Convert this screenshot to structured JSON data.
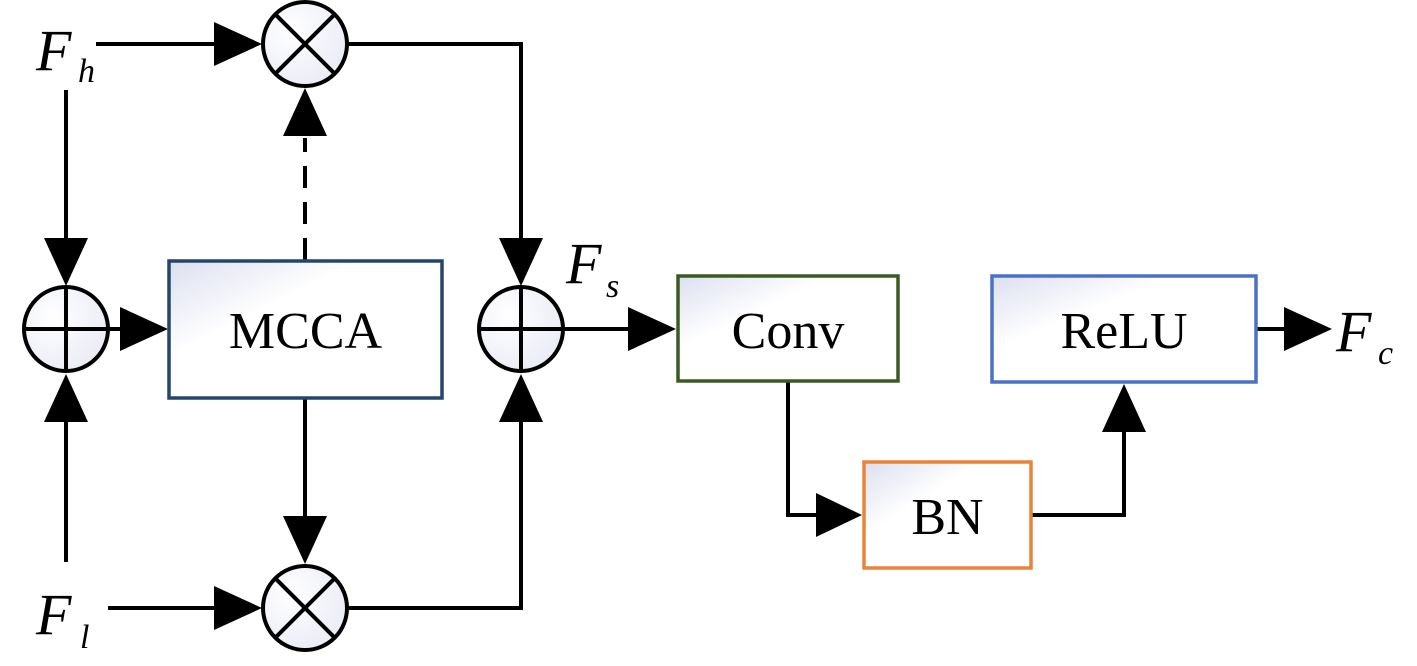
{
  "inputs": {
    "fh": {
      "main": "F",
      "sub": "h"
    },
    "fl": {
      "main": "F",
      "sub": "l"
    }
  },
  "intermediate": {
    "fs": {
      "main": "F",
      "sub": "s"
    }
  },
  "output": {
    "fc": {
      "main": "F",
      "sub": "c"
    }
  },
  "blocks": {
    "mcca": {
      "label": "MCCA",
      "border": "#24466b"
    },
    "conv": {
      "label": "Conv",
      "border": "#3a5a24"
    },
    "bn": {
      "label": "BN",
      "border": "#e8843a"
    },
    "relu": {
      "label": "ReLU",
      "border": "#4a72c4"
    }
  },
  "colors": {
    "line": "#000000",
    "box_fill_light": "#ffffff",
    "box_fill_dark": "#e6e8f4"
  }
}
